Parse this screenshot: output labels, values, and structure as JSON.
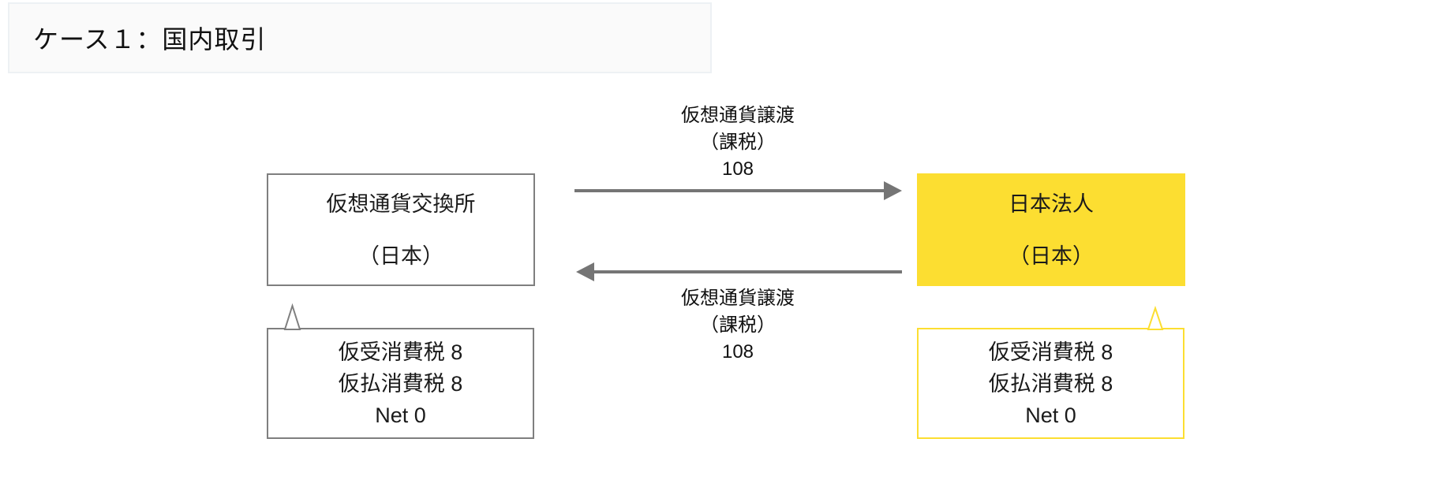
{
  "header": {
    "title": "ケース１：国内取引"
  },
  "diagram": {
    "exchange_box": {
      "line1": "仮想通貨交換所",
      "line2": "（日本）"
    },
    "corp_box": {
      "line1": "日本法人",
      "line2": "（日本）"
    },
    "top_arrow": {
      "direction": "left-to-right",
      "label_line1": "仮想通貨譲渡",
      "label_line2": "（課税）",
      "label_line3": "108"
    },
    "bottom_arrow": {
      "direction": "right-to-left",
      "label_line1": "仮想通貨譲渡",
      "label_line2": "（課税）",
      "label_line3": "108"
    },
    "exchange_note": {
      "line1": "仮受消費税 8",
      "line2": "仮払消費税 8",
      "line3": "Net 0"
    },
    "corp_note": {
      "line1": "仮受消費税 8",
      "line2": "仮払消費税 8",
      "line3": "Net 0"
    },
    "colors": {
      "accent_yellow": "#FCDE31",
      "box_border_gray": "#7F7F7F",
      "arrow_gray": "#757575"
    }
  }
}
